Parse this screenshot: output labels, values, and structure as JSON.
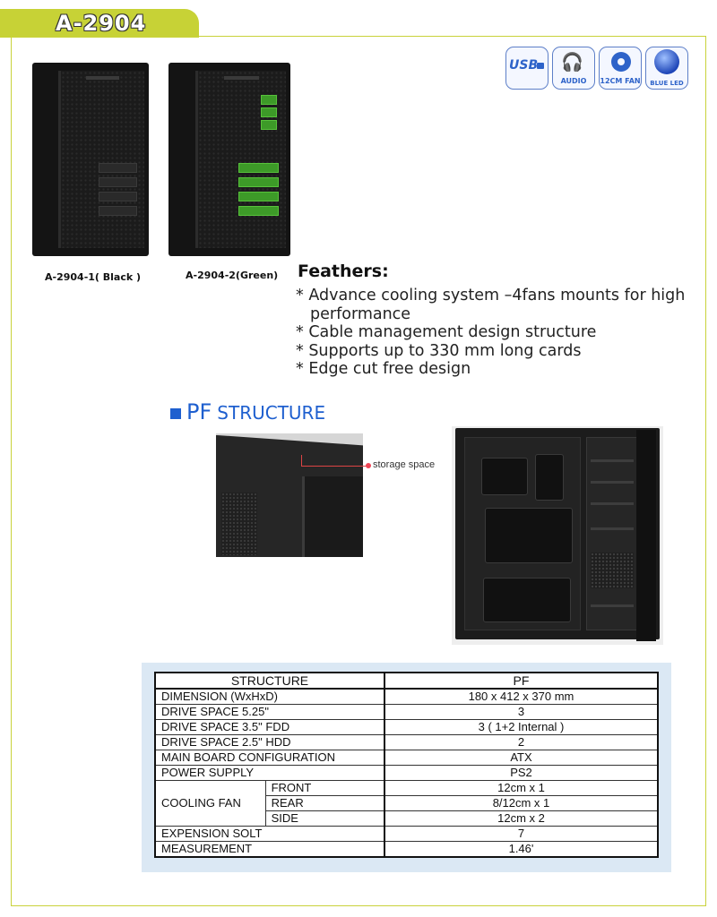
{
  "model": "A-2904",
  "badges": [
    {
      "icon": "usb-icon",
      "label": "USB"
    },
    {
      "icon": "audio-headphones-icon",
      "label": "AUDIO"
    },
    {
      "icon": "fan-icon",
      "label": "12CM FAN"
    },
    {
      "icon": "blue-led-icon",
      "label": "BLUE LED"
    }
  ],
  "variants": [
    {
      "caption": "A-2904-1( Black )",
      "color": "#141414"
    },
    {
      "caption": "A-2904-2(Green)",
      "color": "#3d9a28"
    }
  ],
  "features": {
    "title": "Feathers:",
    "items": [
      "Advance cooling system –4fans mounts for high performance",
      "Cable management design structure",
      "Supports up to 330 mm long cards",
      "Edge cut free design"
    ]
  },
  "structure_heading": {
    "pf": "PF",
    "rest": "STRUCTURE"
  },
  "callout": "storage space",
  "table": {
    "header": {
      "left": "STRUCTURE",
      "right": "PF"
    },
    "rows": [
      {
        "label": "DIMENSION (WxHxD)",
        "value": "180 x 412 x 370 mm"
      },
      {
        "label": "DRIVE SPACE 5.25\"",
        "value": "3"
      },
      {
        "label": "DRIVE SPACE 3.5\" FDD",
        "value": "3 ( 1+2 Internal )"
      },
      {
        "label": "DRIVE SPACE 2.5\" HDD",
        "value": "2"
      },
      {
        "label": "MAIN BOARD CONFIGURATION",
        "value": "ATX"
      },
      {
        "label": "POWER SUPPLY",
        "value": "PS2"
      }
    ],
    "cooling": {
      "label": "COOLING FAN",
      "rows": [
        {
          "label": "FRONT",
          "value": "12cm x 1"
        },
        {
          "label": "REAR",
          "value": "8/12cm x 1"
        },
        {
          "label": "SIDE",
          "value": "12cm x 2"
        }
      ]
    },
    "tail_rows": [
      {
        "label": "EXPENSION SOLT",
        "value": "7"
      },
      {
        "label": "MEASUREMENT",
        "value": "1.46'"
      }
    ]
  },
  "colors": {
    "accent": "#c7d236",
    "blue": "#1e5fcf",
    "table_bg": "#dbe8f4"
  }
}
